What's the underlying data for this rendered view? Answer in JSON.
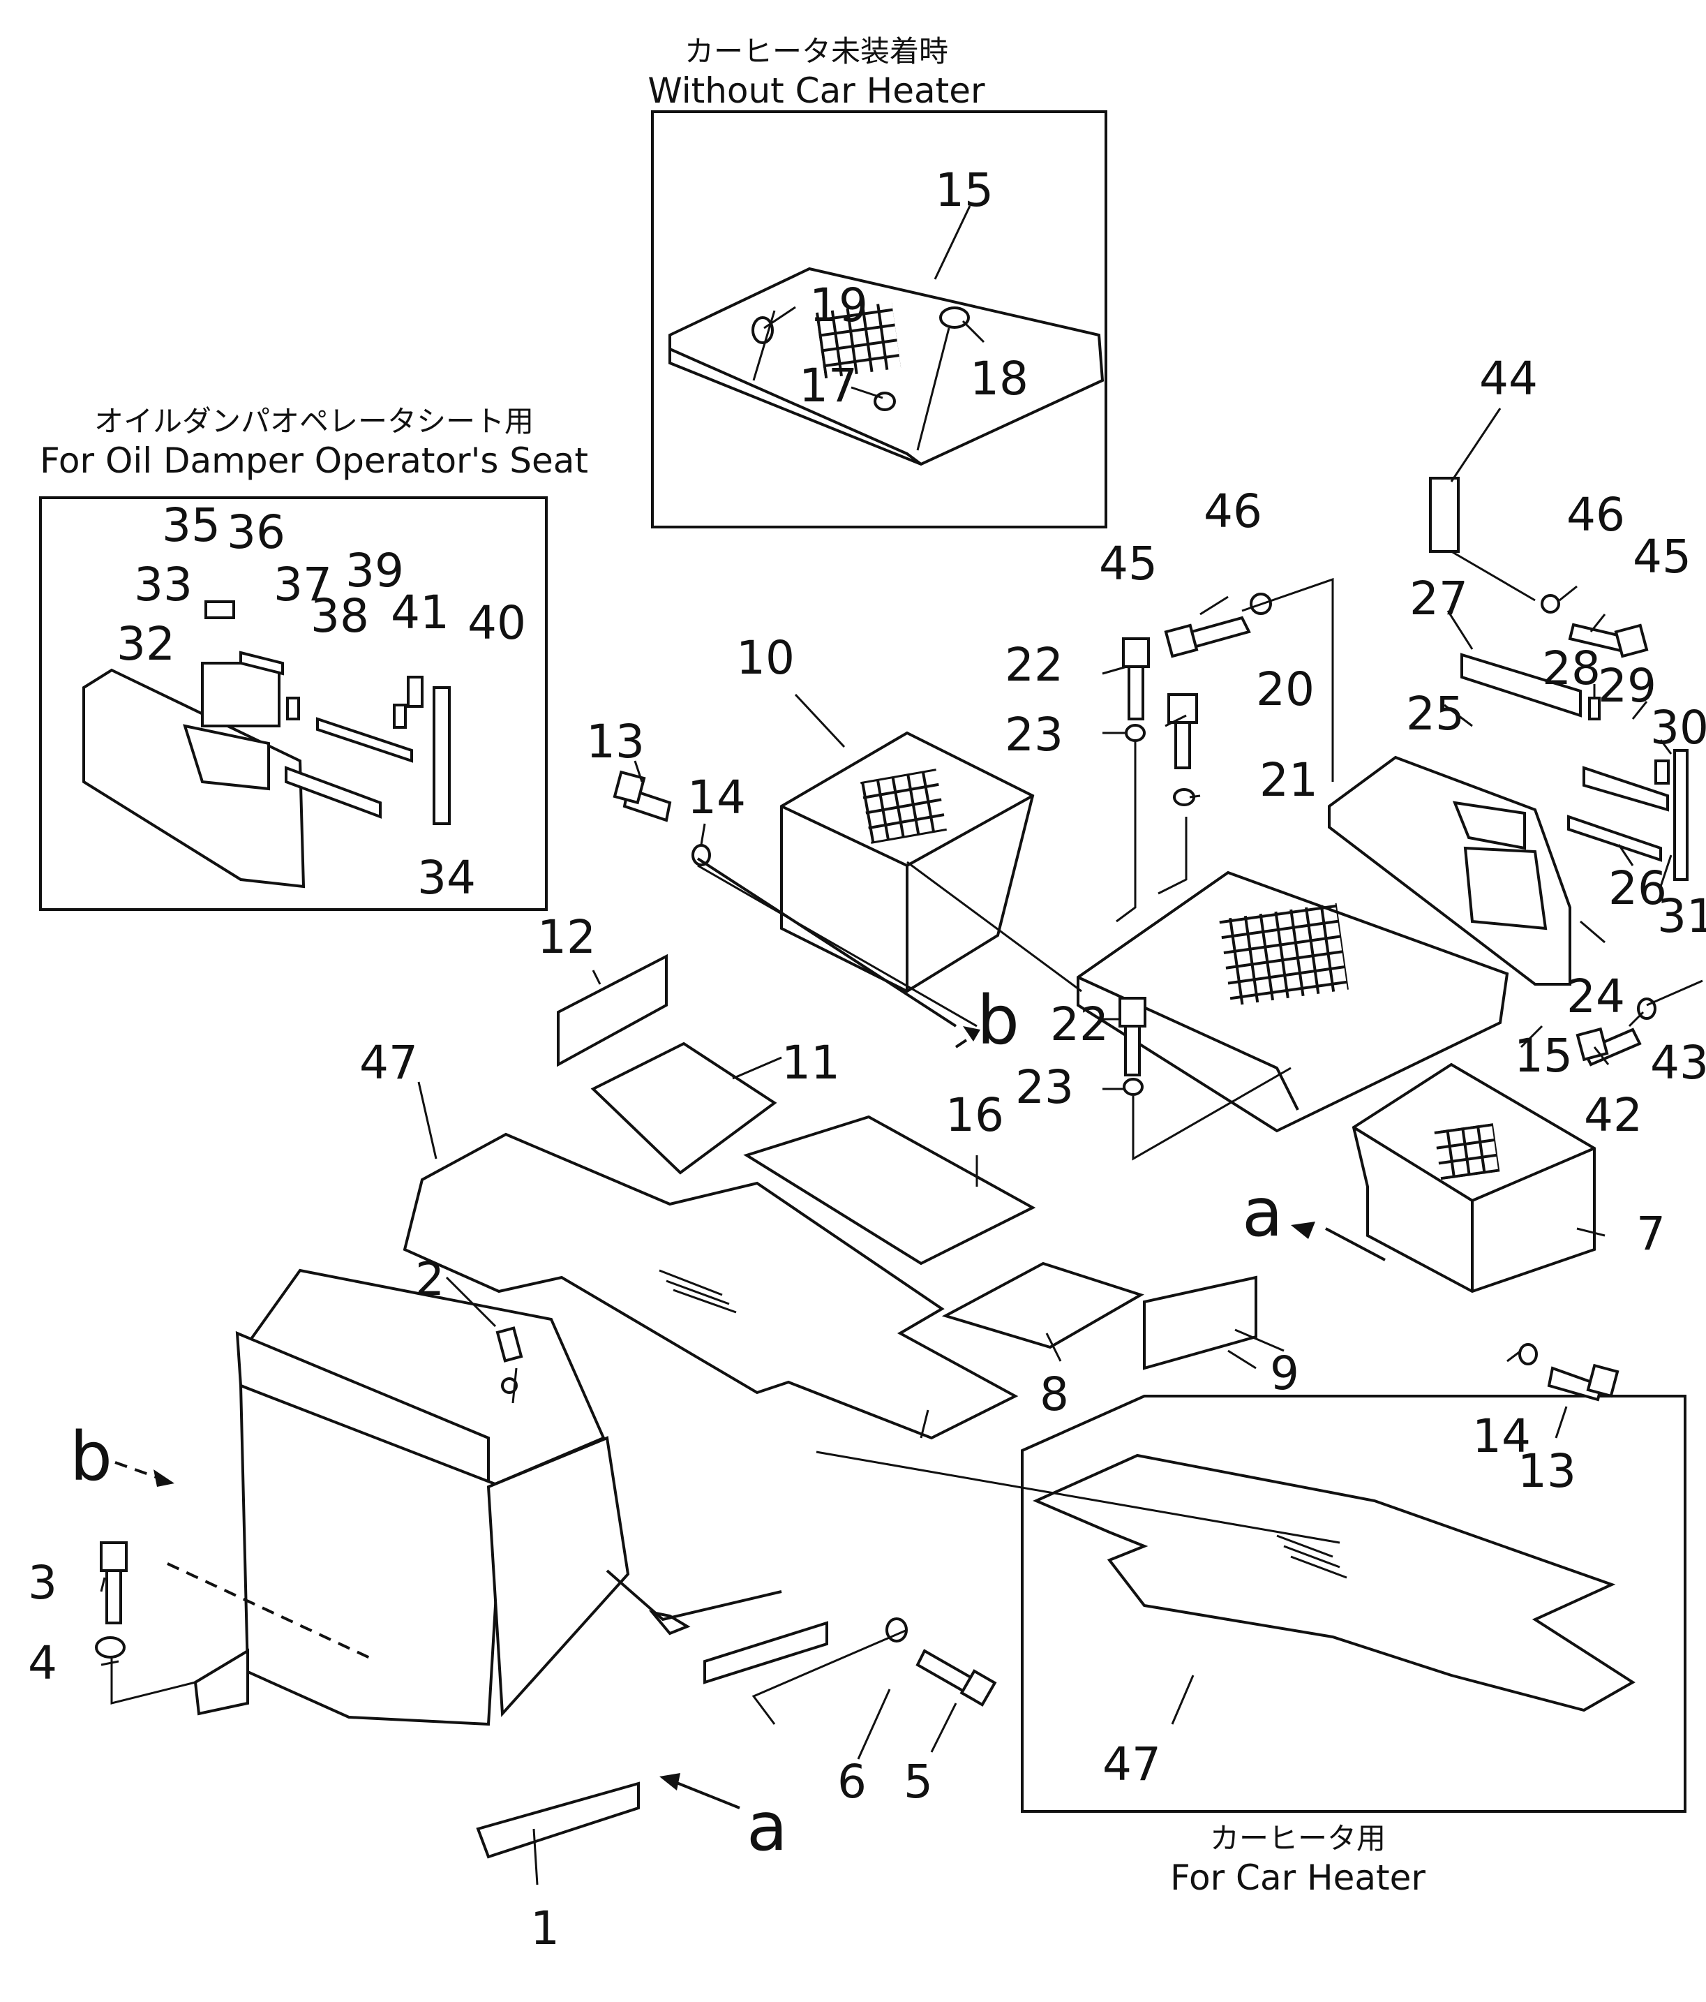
{
  "insets": {
    "without_car_heater": {
      "jp": "カーヒータ未装着時",
      "en": "Without Car Heater"
    },
    "oil_damper_seat": {
      "jp": "オイルダンパオペレータシート用",
      "en": "For Oil Damper Operator's Seat"
    },
    "car_heater": {
      "jp": "カーヒータ用",
      "en": "For Car Heater"
    }
  },
  "callouts": [
    "15",
    "19",
    "18",
    "17",
    "44",
    "46",
    "45",
    "46",
    "45",
    "35",
    "36",
    "33",
    "37",
    "39",
    "38",
    "41",
    "40",
    "32",
    "34",
    "27",
    "28",
    "29",
    "30",
    "25",
    "26",
    "31",
    "24",
    "43",
    "42",
    "22",
    "20",
    "23",
    "21",
    "10",
    "13",
    "14",
    "12",
    "47",
    "11",
    "16",
    "22",
    "23",
    "15",
    "7",
    "9",
    "8",
    "14",
    "13",
    "2",
    "3",
    "4",
    "6",
    "5",
    "1",
    "47"
  ],
  "arrow_letters": [
    "a",
    "b",
    "a",
    "b"
  ]
}
